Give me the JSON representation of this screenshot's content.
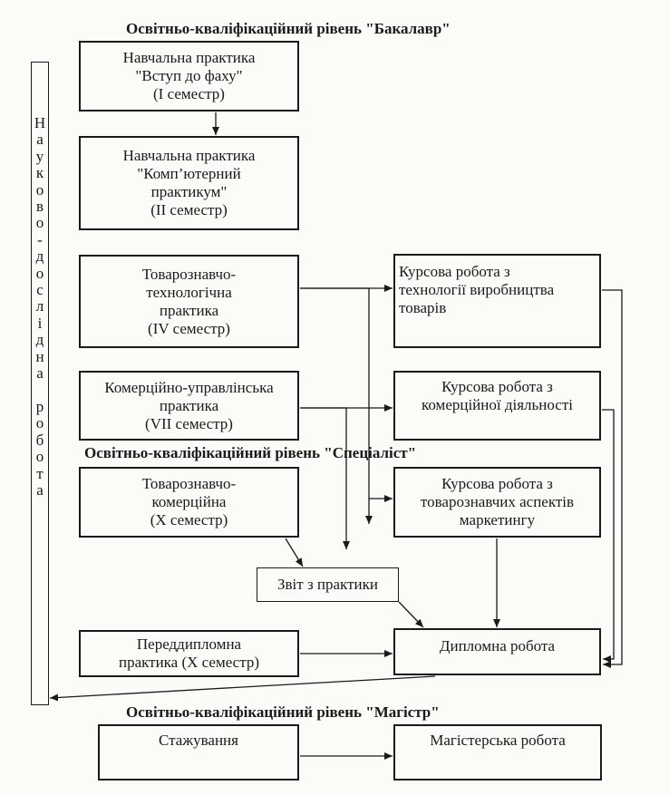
{
  "headings": {
    "bachelor": "Освітньо-кваліфікаційний рівень \"Бакалавр\"",
    "specialist": "Освітньо-кваліфікаційний рівень \"Спеціаліст\"",
    "master": "Освітньо-кваліфікаційний рівень \"Магістр\""
  },
  "side_label": "Н\nа\nу\nк\nо\nв\nо\n-\nд\nо\nс\nл\nі\nд\nн\nа\n \nр\nо\nб\nо\nт\nа",
  "boxes": {
    "intro_practice": "Навчальна практика\n\"Вступ до фаху\"\n(I семестр)",
    "computer_practice": "Навчальна практика\n\"Комп’ютерний\nпрактикум\"\n(II семестр)",
    "commodity_tech_practice": "Товарознавчо-\nтехнологічна\nпрактика\n(IV семестр)",
    "commercial_mgmt_practice": "Комерційно-управлінська\nпрактика\n(VII семестр)",
    "commodity_commercial_practice": "Товарознавчо-\nкомерційна\n(X семестр)",
    "coursework_technology": "Курсова робота з\nтехнології виробництва\nтоварів",
    "coursework_commercial": "Курсова робота з\nкомерційної діяльності",
    "coursework_marketing": "Курсова робота з\nтоварознавчих аспектів\nмаркетингу",
    "practice_report": "Звіт з практики",
    "prediploma_practice": "Переддипломна\nпрактика (X семестр)",
    "diploma_work": "Дипломна робота",
    "internship": "Стажування",
    "master_thesis": "Магістерська робота"
  }
}
